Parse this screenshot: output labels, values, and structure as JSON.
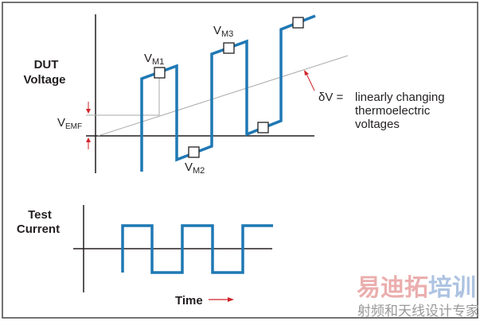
{
  "labels": {
    "dut_voltage_1": "DUT",
    "dut_voltage_2": "Voltage",
    "test_current_1": "Test",
    "test_current_2": "Current",
    "time": "Time",
    "vm1_main": "V",
    "vm1_sub": "M1",
    "vm2_main": "V",
    "vm2_sub": "M2",
    "vm3_main": "V",
    "vm3_sub": "M3",
    "vemf_main": "V",
    "vemf_sub": "EMF",
    "dv_eq": "δV =",
    "dv_line1": "linearly changing",
    "dv_line2": "thermoelectric",
    "dv_line3": "voltages"
  },
  "watermark": {
    "line1_red": "易迪拓",
    "line1_blue": "培训",
    "line2": "射频和天线设计专家"
  },
  "colors": {
    "wave": "#1f78b4",
    "arrow": "#d2232a",
    "drift": "#aaaaaa",
    "axis": "#231f20"
  }
}
